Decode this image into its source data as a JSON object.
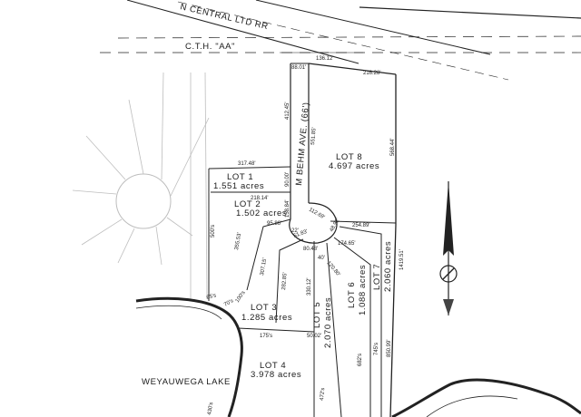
{
  "title_fragment": "N CENTRAL LTD RR",
  "road_name": "C.T.H. \"AA\"",
  "street_name": "M BEHM AVE. (66')",
  "lake_name": "WEYAUWEGA LAKE",
  "lots": [
    {
      "id": "lot1",
      "name": "LOT 1",
      "acres": "1.551 acres"
    },
    {
      "id": "lot2",
      "name": "LOT 2",
      "acres": "1.502 acres"
    },
    {
      "id": "lot3",
      "name": "LOT 3",
      "acres": "1.285 acres"
    },
    {
      "id": "lot4",
      "name": "LOT 4",
      "acres": "3.978 acres"
    },
    {
      "id": "lot5",
      "name": "LOT 5",
      "acres": "2.070 acres"
    },
    {
      "id": "lot6",
      "name": "LOT 6",
      "acres": "1.088 acres"
    },
    {
      "id": "lot7",
      "name": "LOT 7",
      "acres": "2.060 acres"
    },
    {
      "id": "lot8",
      "name": "LOT 8",
      "acres": "4.697 acres"
    }
  ],
  "dimensions": {
    "d136": "136.12'",
    "d88": "88.01'",
    "d216": "216.28'",
    "d412": "412.45'",
    "d551": "551.85'",
    "d568": "568.44'",
    "d317": "317.48'",
    "d90": "90.00'",
    "d218": "218.14'",
    "d158": "158.84'",
    "d500": "500's",
    "d355": "355.53'",
    "d112": "112.69'",
    "d254": "254.89'",
    "d95": "95.86'",
    "d51": "51.83'",
    "d48": "48.92'",
    "d174": "174.65'",
    "d80": "80.48'",
    "d40": "40'",
    "d120": "120.80'",
    "d1419": "1419.51'",
    "d307": "307.15'",
    "d282": "282.85'",
    "d330": "330.12'",
    "d682": "682's",
    "d745": "745's",
    "d850": "850.99'",
    "d175": "175's",
    "d50": "50.02'",
    "d472": "472's",
    "d65": "65's",
    "d70": "70's",
    "d100": "100's",
    "d430": "430's",
    "d22": "22'"
  }
}
